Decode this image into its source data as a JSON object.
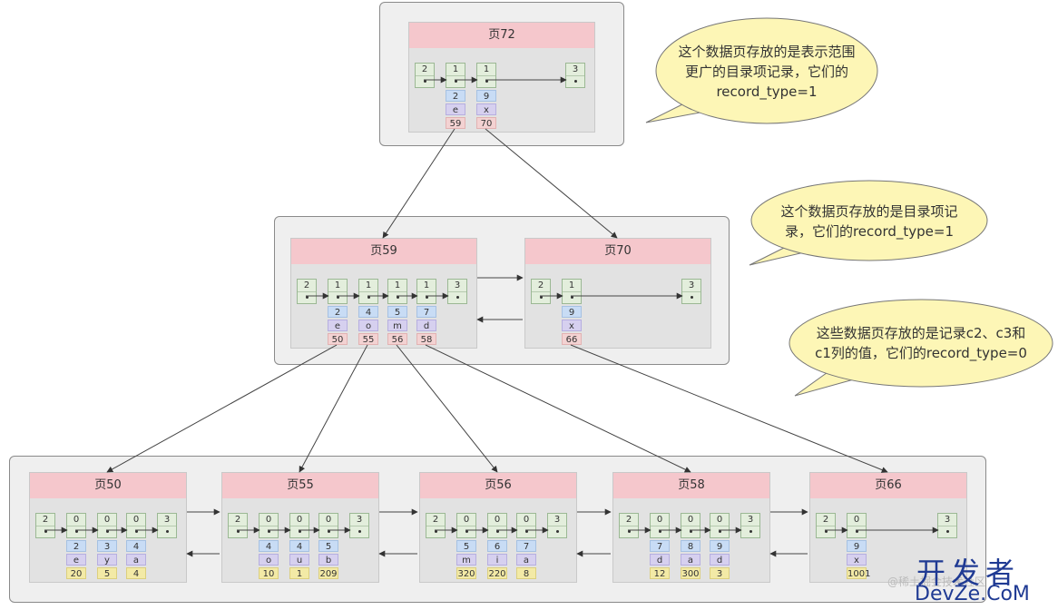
{
  "root": {
    "title": "页72",
    "headers": [
      "2",
      "1",
      "1",
      "3"
    ],
    "entries": [
      {
        "c2": "2",
        "c3": "e",
        "c1": "59"
      },
      {
        "c2": "9",
        "c3": "x",
        "c1": "70"
      }
    ]
  },
  "middle": [
    {
      "title": "页59",
      "headers": [
        "2",
        "1",
        "1",
        "1",
        "1",
        "3"
      ],
      "entries": [
        {
          "c2": "2",
          "c3": "e",
          "c1": "50"
        },
        {
          "c2": "4",
          "c3": "o",
          "c1": "55"
        },
        {
          "c2": "5",
          "c3": "m",
          "c1": "56"
        },
        {
          "c2": "7",
          "c3": "d",
          "c1": "58"
        }
      ]
    },
    {
      "title": "页70",
      "headers": [
        "2",
        "1",
        "3"
      ],
      "entries": [
        {
          "c2": "9",
          "c3": "x",
          "c1": "66"
        }
      ]
    }
  ],
  "leaves": [
    {
      "title": "页50",
      "headers": [
        "2",
        "0",
        "0",
        "0",
        "3"
      ],
      "entries": [
        {
          "c2": "2",
          "c3": "e",
          "c1": "20"
        },
        {
          "c2": "3",
          "c3": "y",
          "c1": "5"
        },
        {
          "c2": "4",
          "c3": "a",
          "c1": "4"
        }
      ]
    },
    {
      "title": "页55",
      "headers": [
        "2",
        "0",
        "0",
        "0",
        "3"
      ],
      "entries": [
        {
          "c2": "4",
          "c3": "o",
          "c1": "10"
        },
        {
          "c2": "4",
          "c3": "u",
          "c1": "1"
        },
        {
          "c2": "5",
          "c3": "b",
          "c1": "209"
        }
      ]
    },
    {
      "title": "页56",
      "headers": [
        "2",
        "0",
        "0",
        "0",
        "3"
      ],
      "entries": [
        {
          "c2": "5",
          "c3": "m",
          "c1": "320"
        },
        {
          "c2": "6",
          "c3": "i",
          "c1": "220"
        },
        {
          "c2": "7",
          "c3": "a",
          "c1": "8"
        }
      ]
    },
    {
      "title": "页58",
      "headers": [
        "2",
        "0",
        "0",
        "0",
        "3"
      ],
      "entries": [
        {
          "c2": "7",
          "c3": "d",
          "c1": "12"
        },
        {
          "c2": "8",
          "c3": "a",
          "c1": "300"
        },
        {
          "c2": "9",
          "c3": "d",
          "c1": "3"
        }
      ]
    },
    {
      "title": "页66",
      "headers": [
        "2",
        "0",
        "3"
      ],
      "entries": [
        {
          "c2": "9",
          "c3": "x",
          "c1": "1001"
        }
      ]
    }
  ],
  "bubbles": {
    "top": [
      "这个数据页存放的是表示范围",
      "更广的目录项记录，它们的",
      "record_type=1"
    ],
    "middle": [
      "这个数据页存放的是目录项记",
      "录，它们的record_type=1"
    ],
    "bottom": [
      "这些数据页存放的是记录c2、c3和",
      "c1列的值，它们的record_type=0"
    ]
  },
  "watermark": {
    "brand_cn": "开发者",
    "brand_en": "DevZe.CoM",
    "faint": "@稀土掘金技术社区"
  },
  "colors": {
    "title_bar": "#f5c7cc",
    "header_cell": "#e3eedc",
    "c2_cell": "#c8dcf5",
    "c3_cell": "#d6d0ef",
    "c1_cell_inner": "#f3d2d2",
    "c1_cell_leaf": "#f3eaa6",
    "bubble": "#fdf6b6",
    "watermark": "#1f3a93"
  }
}
